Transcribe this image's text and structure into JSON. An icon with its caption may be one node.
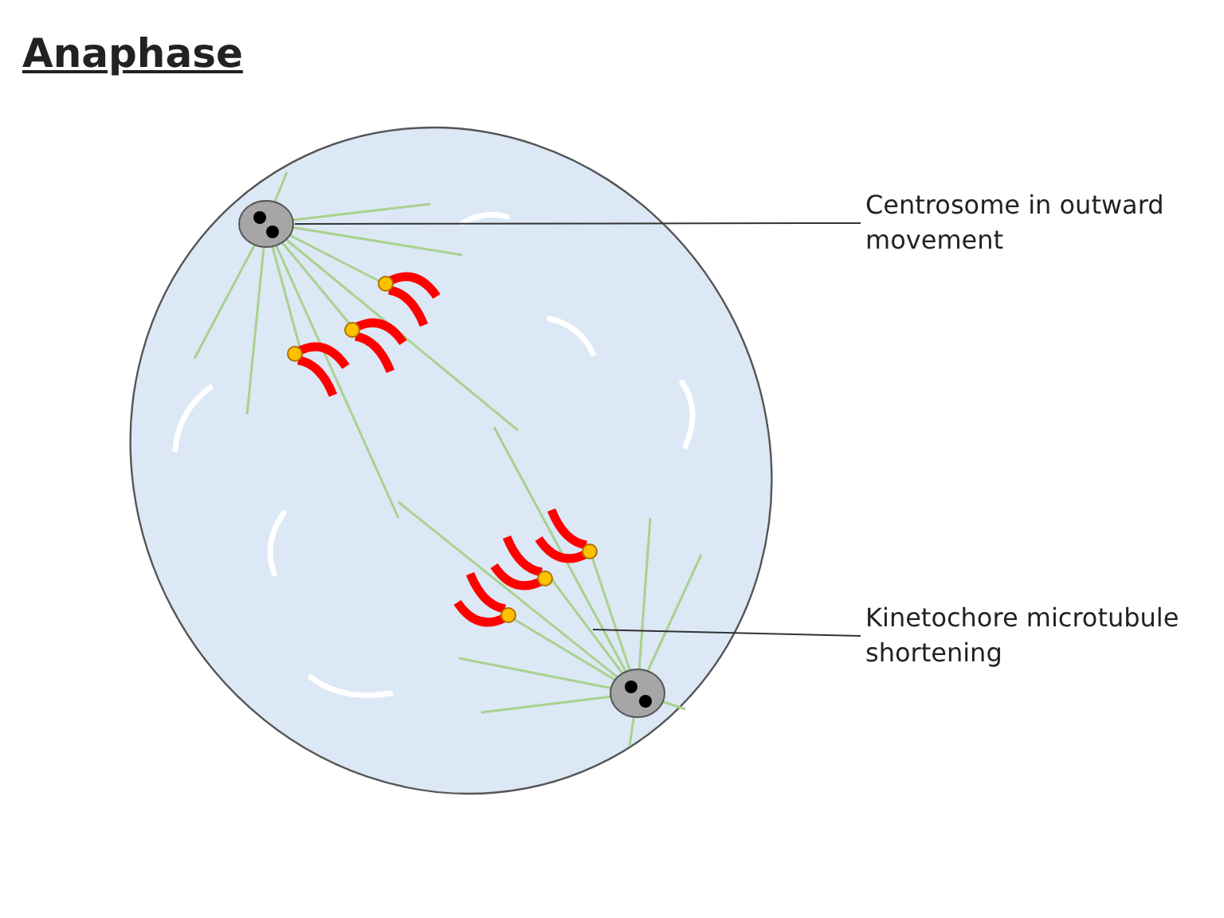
{
  "diagram": {
    "title": "Anaphase",
    "nodes": [
      {
        "text": [
          "Centrosome in outward movement"
        ]
      },
      {
        "text": [],
        "shape": "circle"
      },
      {
        "text": [
          "Kinetochore microtubule shortening"
        ]
      }
    ],
    "edges": [
      {
        "from": 0,
        "to": 1,
        "arrow": "none"
      },
      {
        "from": 2,
        "to": null,
        "arrow": "none"
      }
    ]
  }
}
